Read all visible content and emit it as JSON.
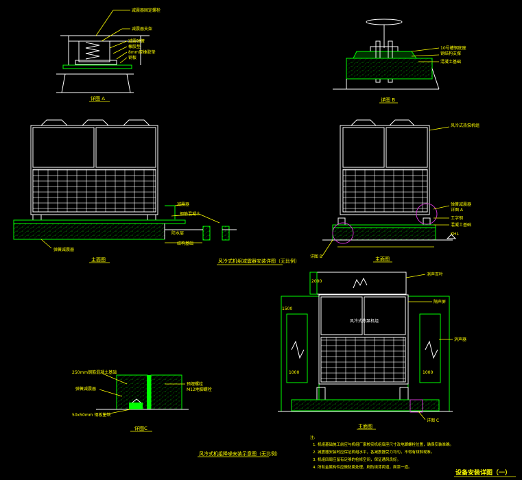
{
  "detail_a": {
    "caption": "详图 A",
    "callouts": [
      "减震器固定螺栓",
      "减震器支架",
      "减震弹簧",
      "橡胶垫",
      "8mm厚橡胶垫",
      "钢板"
    ]
  },
  "detail_b": {
    "caption": "详图 B",
    "callouts": [
      "10号槽钢底座",
      "钢结构支撑",
      "混凝土基础"
    ]
  },
  "view1": {
    "caption": "主面图",
    "callouts": [
      "减震器",
      "钢筋混凝土",
      "防水层",
      "结构基础",
      "弹簧减震器"
    ]
  },
  "view2": {
    "caption": "主面图",
    "callouts": [
      "风冷式热泵机组",
      "弹簧减震器",
      "详图 A",
      "工字钢",
      "混凝土基础",
      "详图 B",
      "KHL"
    ]
  },
  "title_mid": "风冷式机组减震器安装详图（无比例）",
  "detail_c": {
    "caption": "详图C",
    "callouts": [
      "250mm钢筋混凝土基础",
      "弹簧减震器",
      "50x50mm 钢板垫块",
      "预埋螺栓",
      "M12地脚螺栓"
    ]
  },
  "title_bottom": "风冷式机组降噪安装示意图（无比例）",
  "view3": {
    "caption": "主面图",
    "unit_label": "风冷式热泵机组",
    "callouts": [
      "消声百叶",
      "隔声屏",
      "消声器",
      "详图 C"
    ],
    "dims": [
      "2000",
      "1500",
      "1000",
      "1000"
    ]
  },
  "notes": {
    "header": "注:",
    "items": [
      "1. 机组基础施工前应与机组厂家核实机组底座尺寸及地脚螺栓位置，确保安装准确。",
      "2. 减震器安装时应保证机组水平，各减震器受力均匀，不得有倾斜现象。",
      "3. 机组四周应留有足够的检修空间，保证通风良好。",
      "4. 所有金属构件应做防腐处理，刷防锈漆两道，面漆一道。"
    ]
  },
  "sheet_title": "设备安装详图（一）"
}
